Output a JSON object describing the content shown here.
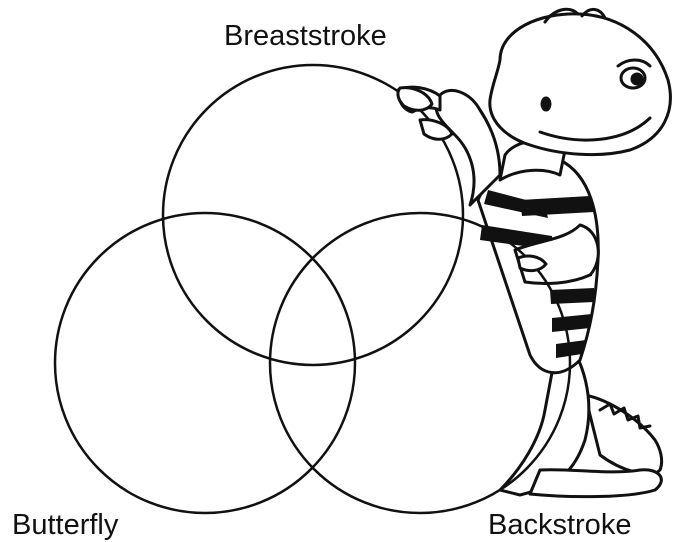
{
  "diagram": {
    "type": "venn",
    "sets": [
      {
        "label": "Breaststroke"
      },
      {
        "label": "Butterfly"
      },
      {
        "label": "Backstroke"
      }
    ]
  },
  "colors": {
    "stroke": "#111111",
    "background": "#ffffff",
    "mascot_fill": "#ffffff"
  },
  "illustration": {
    "name": "cartoon-dinosaur-mascot",
    "wearing": "striped swimsuit"
  }
}
